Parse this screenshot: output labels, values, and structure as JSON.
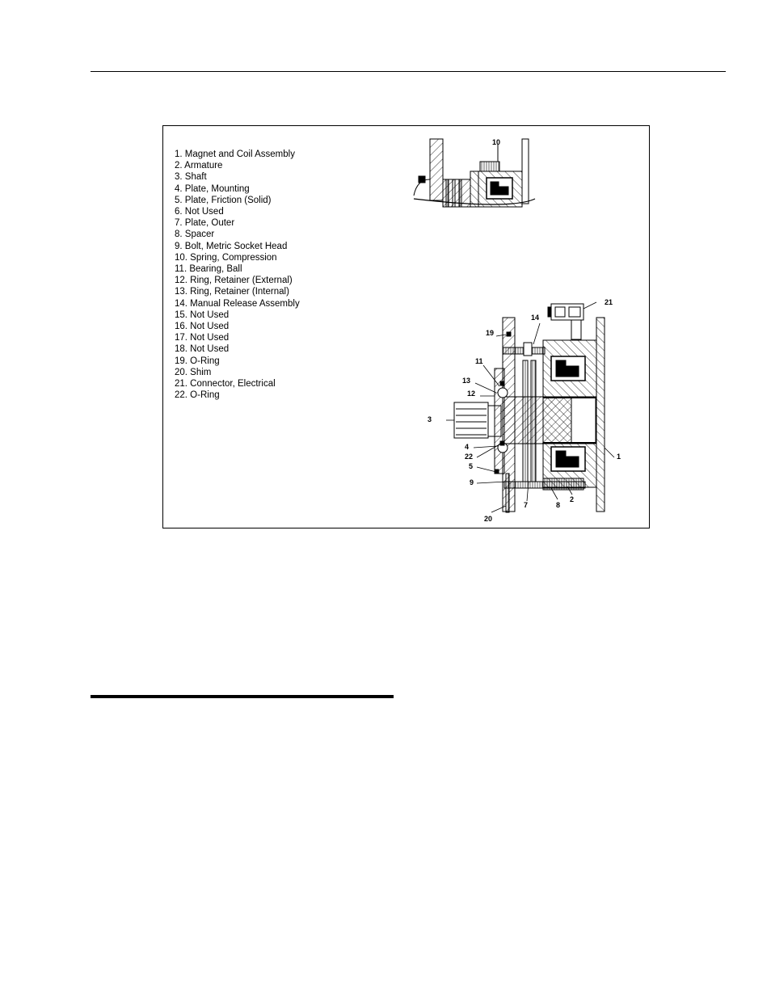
{
  "legend": [
    "1. Magnet and Coil Assembly",
    "2. Armature",
    "3. Shaft",
    "4. Plate, Mounting",
    "5. Plate, Friction (Solid)",
    "6. Not Used",
    "7. Plate, Outer",
    "8. Spacer",
    "9. Bolt, Metric Socket Head",
    "10. Spring, Compression",
    "11. Bearing, Ball",
    "12. Ring, Retainer (External)",
    "13. Ring, Retainer (Internal)",
    "14. Manual Release Assembly",
    "15. Not Used",
    "16. Not Used",
    "17. Not Used",
    "18. Not Used",
    "19. O-Ring",
    "20. Shim",
    "21. Connector, Electrical",
    "22. O-Ring"
  ],
  "callouts": {
    "c10": "10",
    "c21": "21",
    "c14": "14",
    "c19": "19",
    "c11": "11",
    "c13": "13",
    "c12": "12",
    "c3": "3",
    "c4": "4",
    "c22": "22",
    "c5": "5",
    "c1": "1",
    "c9": "9",
    "c2": "2",
    "c8": "8",
    "c7": "7",
    "c20": "20"
  }
}
